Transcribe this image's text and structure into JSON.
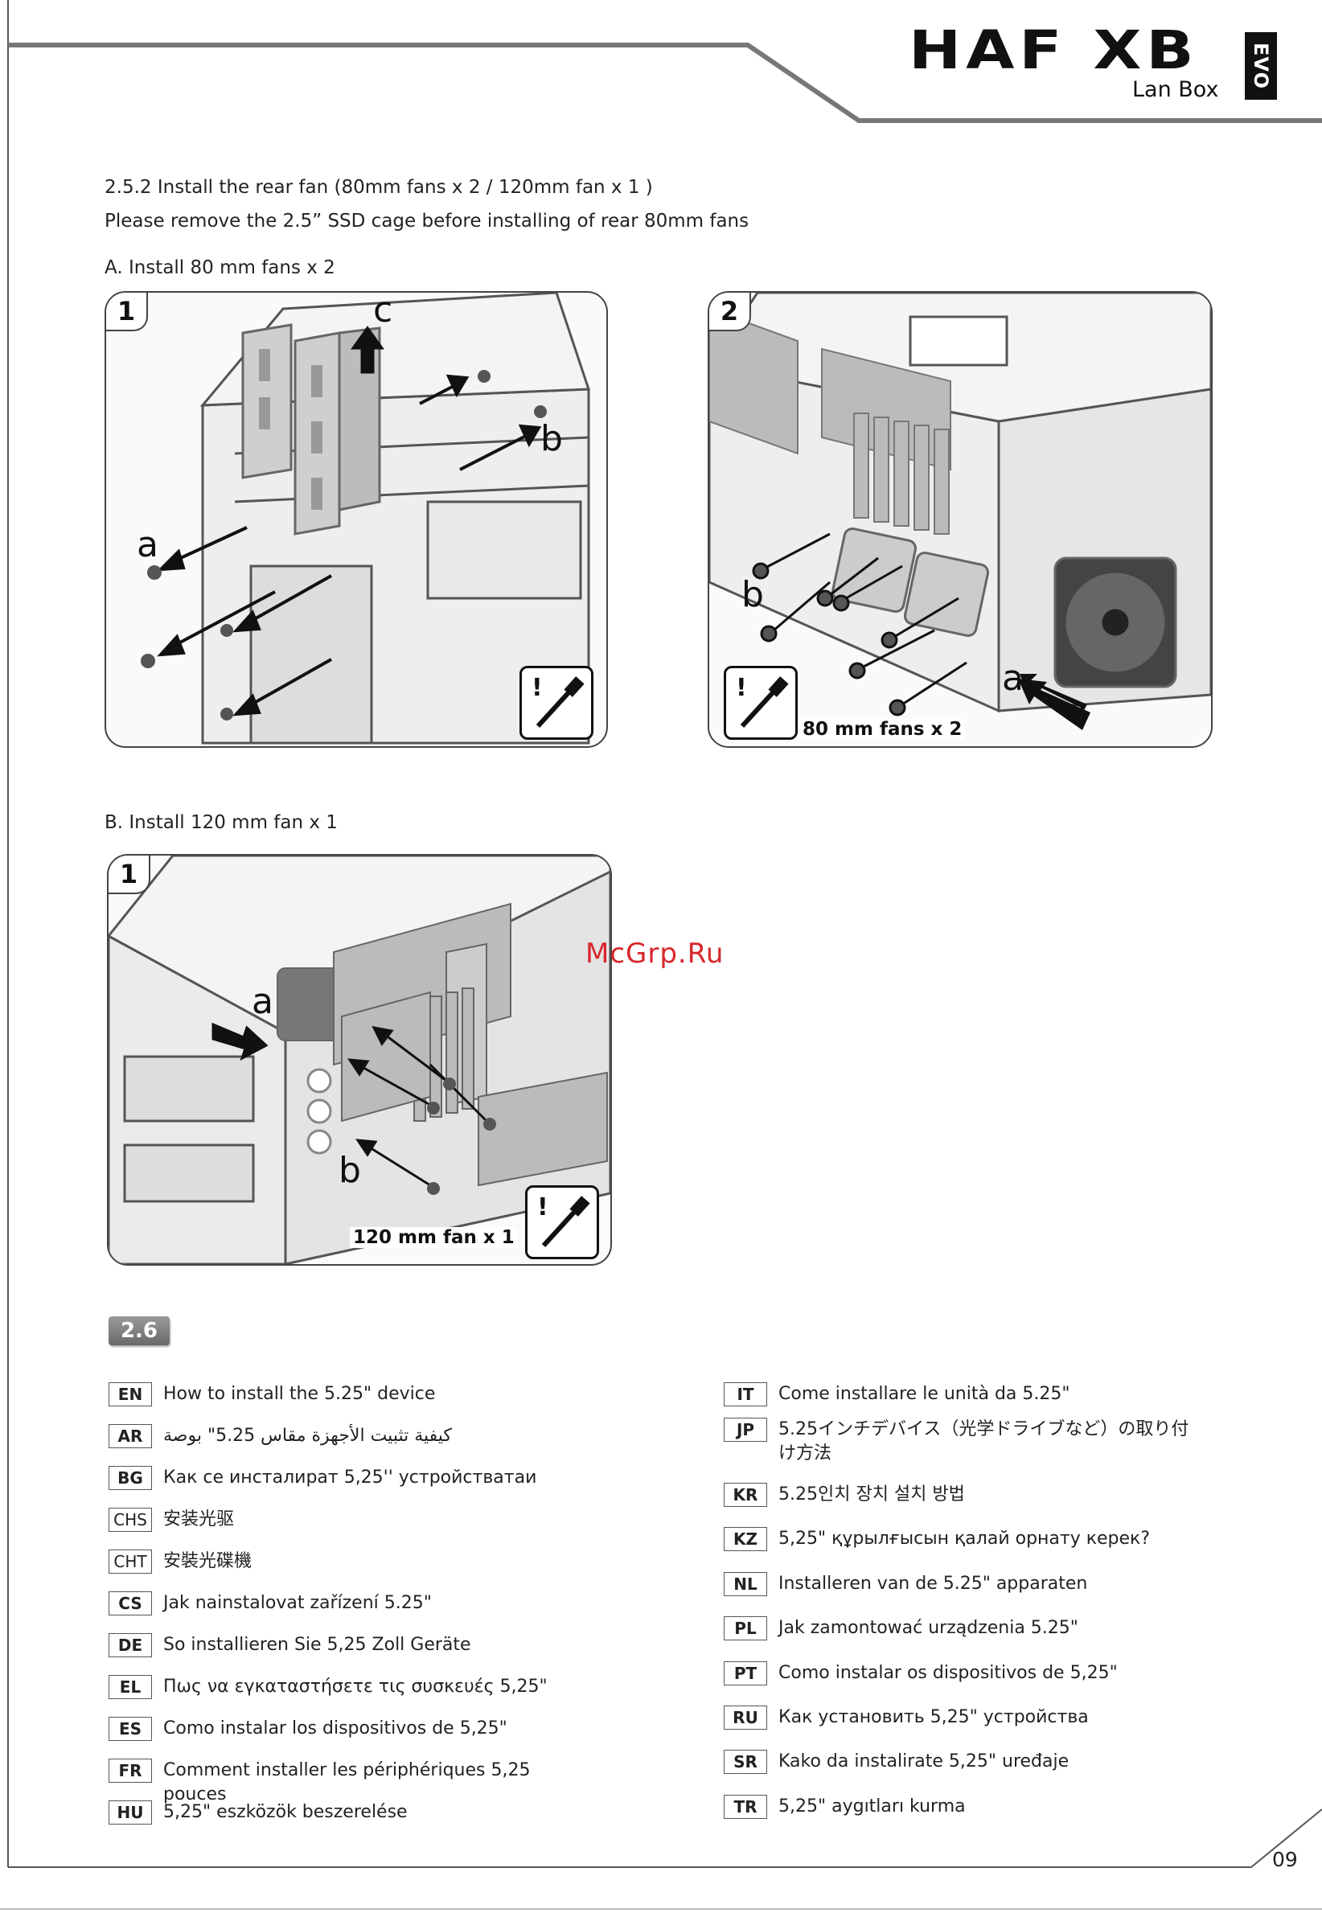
{
  "header": {
    "logo_main": "HAF XB",
    "logo_sub": "Lan Box",
    "logo_evo": "EVO"
  },
  "section_252": {
    "title": "2.5.2 Install the rear fan (80mm fans x 2 / 120mm fan x 1 )",
    "note": "Please remove the 2.5” SSD cage before installing of rear 80mm fans",
    "part_a": "A. Install 80 mm fans x 2",
    "part_b": "B. Install 120 mm fan x 1"
  },
  "figures": {
    "a1": {
      "step": "1",
      "labels": {
        "a": "a",
        "b": "b",
        "c": "c"
      }
    },
    "a2": {
      "step": "2",
      "caption": "80 mm fans x 2",
      "labels": {
        "a": "a",
        "b": "b"
      }
    },
    "b1": {
      "step": "1",
      "caption": "120 mm fan x 1",
      "labels": {
        "a": "a",
        "b": "b"
      }
    }
  },
  "watermark": "McGrp.Ru",
  "section_26": {
    "badge": "2.6",
    "left": [
      {
        "code": "EN",
        "text": "How to install the 5.25\" device"
      },
      {
        "code": "AR",
        "text": "كيفية تثبيت الأجهزة مقاس 5.25\" بوصة"
      },
      {
        "code": "BG",
        "text": "Как се инсталират 5,25'' устройстватаи"
      },
      {
        "code": "CHS",
        "text": "安装光驱"
      },
      {
        "code": "CHT",
        "text": "安裝光碟機"
      },
      {
        "code": "CS",
        "text": "Jak nainstalovat zařízení 5.25\""
      },
      {
        "code": "DE",
        "text": "So installieren Sie 5,25 Zoll Geräte"
      },
      {
        "code": "EL",
        "text": "Πως να εγκαταστήσετε τις συσκευές 5,25\""
      },
      {
        "code": "ES",
        "text": "Como instalar los dispositivos de 5,25\""
      },
      {
        "code": "FR",
        "text": "Comment installer les périphériques 5,25 pouces"
      },
      {
        "code": "HU",
        "text": "5,25\" eszközök beszerelése"
      }
    ],
    "right": [
      {
        "code": "IT",
        "text": "Come installare le unità da 5.25\""
      },
      {
        "code": "JP",
        "text": "5.25インチデバイス（光学ドライブなど）の取り付け方法"
      },
      {
        "code": "KR",
        "text": "5.25인치 장치 설치 방법"
      },
      {
        "code": "KZ",
        "text": "5,25\" құрылғысын қалай орнату керек?"
      },
      {
        "code": "NL",
        "text": "Installeren van de 5.25\" apparaten"
      },
      {
        "code": "PL",
        "text": "Jak zamontować urządzenia 5.25\""
      },
      {
        "code": "PT",
        "text": "Como instalar os dispositivos de 5,25\""
      },
      {
        "code": "RU",
        "text": "Как установить 5,25\" устройства"
      },
      {
        "code": "SR",
        "text": "Kako da instalirate 5,25\" uređaje"
      },
      {
        "code": "TR",
        "text": "5,25\" aygıtları kurma"
      }
    ]
  },
  "footer": {
    "page_number": "09"
  }
}
